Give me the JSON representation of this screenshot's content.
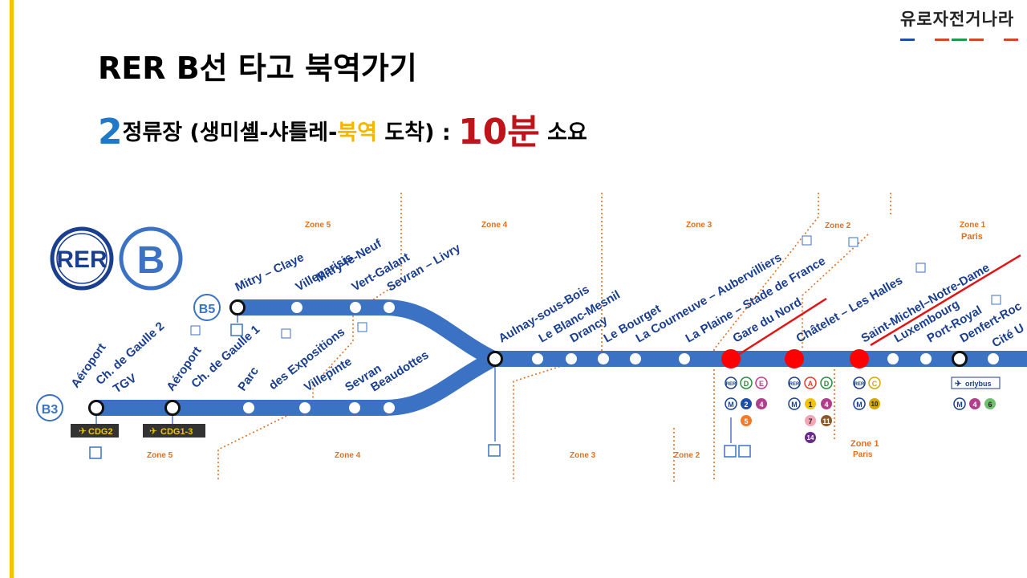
{
  "logo": {
    "text": "유로자전거나라",
    "stripe_colors": [
      "#1f4ea8",
      "#ffffff",
      "#d8452a",
      "#1e9a4a",
      "#d8452a",
      "#ffffff",
      "#d8452a"
    ]
  },
  "title": "RER B선 타고 북역가기",
  "subtitle": {
    "num": "2",
    "part1": "정류장 (생미셸-샤틀레-",
    "highlight": "북역",
    "part2": " 도착) : ",
    "time": "10분",
    "part3": " 소요"
  },
  "map": {
    "rer_logo": "RER",
    "line_logo": "B",
    "branch_b5": "B5",
    "branch_b3": "B3",
    "zones_top": [
      "Zone 5",
      "Zone 4",
      "Zone 3",
      "Zone 2",
      "Zone 1"
    ],
    "zone_paris": "Paris",
    "zones_bottom": [
      "Zone 5",
      "Zone 4",
      "Zone 3",
      "Zone 2",
      "Zone 1"
    ],
    "zone_bottom_paris": "Paris",
    "stations_b5": [
      "Mitry – Claye",
      "Villeparisis",
      "Mitry-le-Neuf",
      "Vert-Galant",
      "Sevran – Livry"
    ],
    "stations_b3": [
      "Aéroport Ch. de Gaulle 2 TGV",
      "Aéroport Ch. de Gaulle 1",
      "Parc des Expositions",
      "Villepinte",
      "Sevran Beaudottes"
    ],
    "stations_b3_lines": [
      [
        "Aéroport",
        "Ch. de Gaulle 2",
        "TGV"
      ],
      [
        "Aéroport",
        "Ch. de Gaulle 1"
      ],
      [
        "Parc",
        "des Expositions"
      ],
      [
        "Villepinte"
      ],
      [
        "Sevran",
        "Beaudottes"
      ]
    ],
    "stations_main": [
      "Aulnay-sous-Bois",
      "Le Blanc-Mesnil",
      "Drancy",
      "Le Bourget",
      "La Courneuve – Aubervilliers",
      "La Plaine – Stade de France",
      "Gare du Nord",
      "Châtelet – Les Halles",
      "Saint-Michel–Notre-Dame",
      "Luxembourg",
      "Port-Royal",
      "Denfert-Roc",
      "Cité U"
    ],
    "airport_tags": [
      "CDG2",
      "CDG1-3"
    ],
    "orlybus": "orlybus",
    "connections": {
      "gare_du_nord": {
        "rer": [
          "D",
          "E"
        ],
        "metro": [
          "2",
          "4",
          "5"
        ]
      },
      "chatelet": {
        "rer": [
          "A",
          "D"
        ],
        "metro": [
          "1",
          "4",
          "7",
          "11",
          "14"
        ]
      },
      "saint_michel": {
        "rer": [
          "C"
        ],
        "metro": [
          "10"
        ]
      },
      "denfert": {
        "metro": [
          "4",
          "6"
        ]
      }
    },
    "colors": {
      "line": "#3b72c4",
      "text": "#1b3f8f",
      "highlight": "#ff0000",
      "zone": "#e07020"
    }
  }
}
